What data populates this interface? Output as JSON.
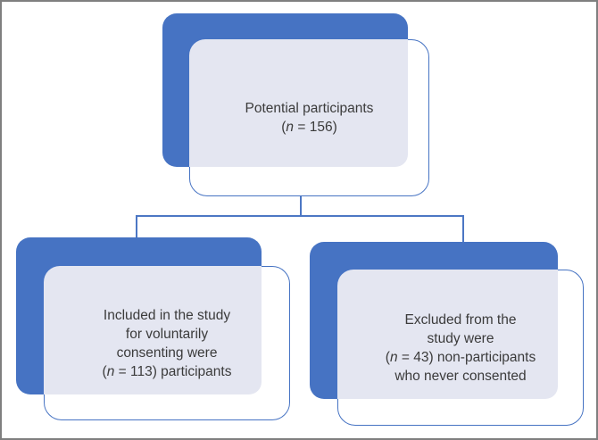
{
  "figure": {
    "type": "flowchart",
    "description_visible": false
  },
  "colors": {
    "accent_blue": "#4673C3",
    "lavender": "#E4E6F1",
    "text_color": "#3B3B3B",
    "connector": "#4C77C4",
    "frame_border": "#7F7F7F",
    "card_bg": "#FFFFFF"
  },
  "diagram": {
    "nodes": [
      {
        "id": "potential-participants",
        "text": "Potential participants (n = 156)",
        "lines": [
          [
            {
              "t": "Potential participants"
            }
          ],
          [
            {
              "t": "("
            },
            {
              "t": "n",
              "italic": true
            },
            {
              "t": " = 156)"
            }
          ]
        ]
      },
      {
        "id": "included",
        "text": "Included in the study for voluntarily consenting were (n = 113) participants",
        "lines": [
          [
            {
              "t": "Included in the study"
            }
          ],
          [
            {
              "t": "for voluntarily"
            }
          ],
          [
            {
              "t": "consenting were"
            }
          ],
          [
            {
              "t": "("
            },
            {
              "t": "n",
              "italic": true
            },
            {
              "t": " = 113) participants"
            }
          ]
        ]
      },
      {
        "id": "excluded",
        "text": "Excluded from the study were (n = 43) non-participants who never consented",
        "lines": [
          [
            {
              "t": "Excluded from the"
            }
          ],
          [
            {
              "t": "study were"
            }
          ],
          [
            {
              "t": "("
            },
            {
              "t": "n",
              "italic": true
            },
            {
              "t": " = 43) non-participants"
            }
          ],
          [
            {
              "t": "who never consented"
            }
          ]
        ]
      }
    ],
    "edges": [
      {
        "from": "potential-participants",
        "to": "included"
      },
      {
        "from": "potential-participants",
        "to": "excluded"
      }
    ]
  }
}
